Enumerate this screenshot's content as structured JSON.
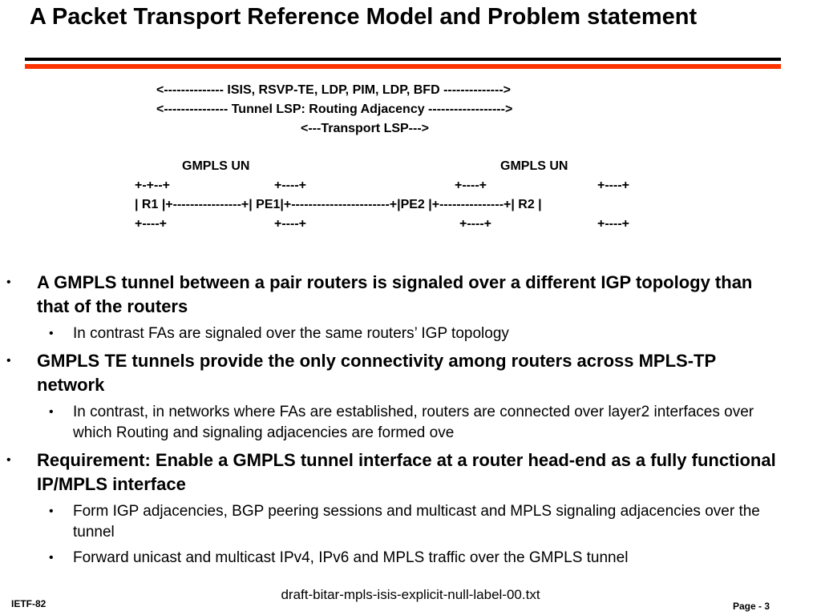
{
  "slide": {
    "title": "A Packet Transport Reference Model and Problem statement"
  },
  "diagram": {
    "protocols_line": "<-------------- ISIS, RSVP-TE, LDP, PIM, LDP, BFD -------------->",
    "tunnel_line": "<--------------- Tunnel LSP: Routing Adjacency ------------------>",
    "transport_line": "<---Transport LSP--->",
    "uni_left": "GMPLS UN",
    "uni_right": "GMPLS UN",
    "box_top_1": "+-+--+",
    "box_top_2": "+----+",
    "box_top_3": "+----+",
    "box_top_4": "+----+",
    "nodes_line": "| R1 |+----------------+| PE1|+-----------------------+|PE2 |+---------------+| R2 |",
    "box_bottom_1": "+----+",
    "box_bottom_2": "+----+",
    "box_bottom_3": "+----+",
    "box_bottom_4": "+----+"
  },
  "bullets": [
    {
      "text": "A GMPLS tunnel between a pair routers is signaled over a different IGP topology than that of the routers",
      "sub": [
        "In contrast FAs are signaled over the same routers’ IGP topology"
      ]
    },
    {
      "text": "GMPLS TE tunnels provide the only connectivity among routers across MPLS-TP network",
      "sub": [
        "In contrast, in networks where FAs are established, routers are connected over layer2 interfaces over which Routing and signaling adjacencies are formed ove"
      ]
    },
    {
      "text": "Requirement: Enable a GMPLS tunnel interface at a router head-end as a fully functional IP/MPLS interface",
      "sub": [
        "Form IGP adjacencies, BGP peering sessions and multicast and MPLS signaling adjacencies over the tunnel",
        "Forward unicast and multicast IPv4, IPv6 and MPLS traffic over the GMPLS tunnel"
      ]
    }
  ],
  "footer": {
    "left": "IETF-82",
    "center": "draft-bitar-mpls-isis-explicit-null-label-00.txt",
    "right": "Page - 3"
  }
}
